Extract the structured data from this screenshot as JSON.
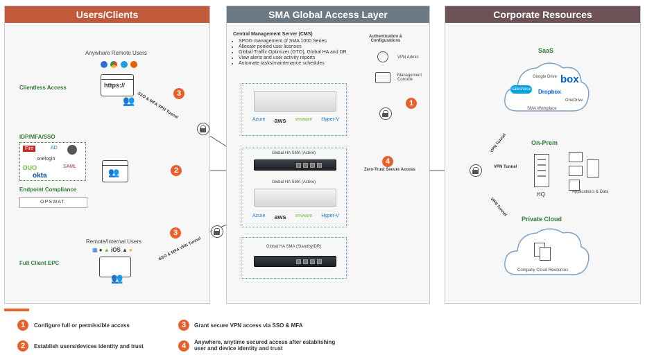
{
  "panels": {
    "users": "Users/Clients",
    "sma": "SMA Global Access Layer",
    "corp": "Corporate Resources"
  },
  "users": {
    "anywhere": "Anywhere Remote Users",
    "clientless": "Clientless Access",
    "https": "https://",
    "idp": "IDP/MFA/SSO",
    "idp_logos": [
      "Fire",
      "AD",
      "onelogin",
      "DUO",
      "SAML",
      "okta"
    ],
    "endpoint": "Endpoint Compliance",
    "opswat": "OPSWAT.",
    "remote_internal": "Remote/Internal Users",
    "ios": "iOS",
    "full_client": "Full Client EPC"
  },
  "cms": {
    "title": "Central Management Server (CMS)",
    "bullets": [
      "SPOG management of SMA 1000 Series",
      "Allocate pooled user licenses",
      "Global Traffic Optimizer (GTO), Global HA and DR",
      "View alerts and user activity reports",
      "Automate tasks/maintenance schedules"
    ],
    "auth": "Authentication & Configurations",
    "vpn_admin": "VPN Admin",
    "mgmt_console": "Management Console"
  },
  "sma": {
    "ha_active_1": "Global HA SMA (Active)",
    "ha_active_2": "Global HA SMA (Active)",
    "ha_standby": "Global HA SMA (Standby/DR)",
    "clouds": [
      "Azure",
      "aws",
      "vmware",
      "Hyper-V"
    ],
    "ztsa": "Zero-Trust Secure Access"
  },
  "tunnels": {
    "sso_vpn_top": "SSO & MFA VPN Tunnel",
    "sso_vpn_bottom": "SSO & MFA VPN Tunnel",
    "vpn1": "VPN Tunnel",
    "vpn2": "VPN Tunnel",
    "vpn3": "VPN Tunnel"
  },
  "corp": {
    "saas": "SaaS",
    "saas_logos": [
      "Google Drive",
      "box",
      "salesforce",
      "Dropbox",
      "OneDrive"
    ],
    "sma_workplace": "SMA Workplace",
    "onprem": "On-Prem",
    "hq": "HQ",
    "apps_data": "Applications & Data",
    "private_cloud": "Private Cloud",
    "company_cloud": "Company Cloud Resources"
  },
  "legend": {
    "n1": "1",
    "t1": "Configure full or permissible access",
    "n2": "2",
    "t2": "Establish users/devices identity and trust",
    "n3": "3",
    "t3": "Grant secure VPN access via SSO & MFA",
    "n4": "4",
    "t4": "Anywhere, anytime secured access after establishing user and device identity and trust"
  },
  "markers": {
    "m1": "1",
    "m2": "2",
    "m3a": "3",
    "m3b": "3",
    "m4": "4"
  },
  "colors": {
    "orange": "#e8602c",
    "green": "#2e7d32",
    "blue": "#4a9ad8"
  }
}
